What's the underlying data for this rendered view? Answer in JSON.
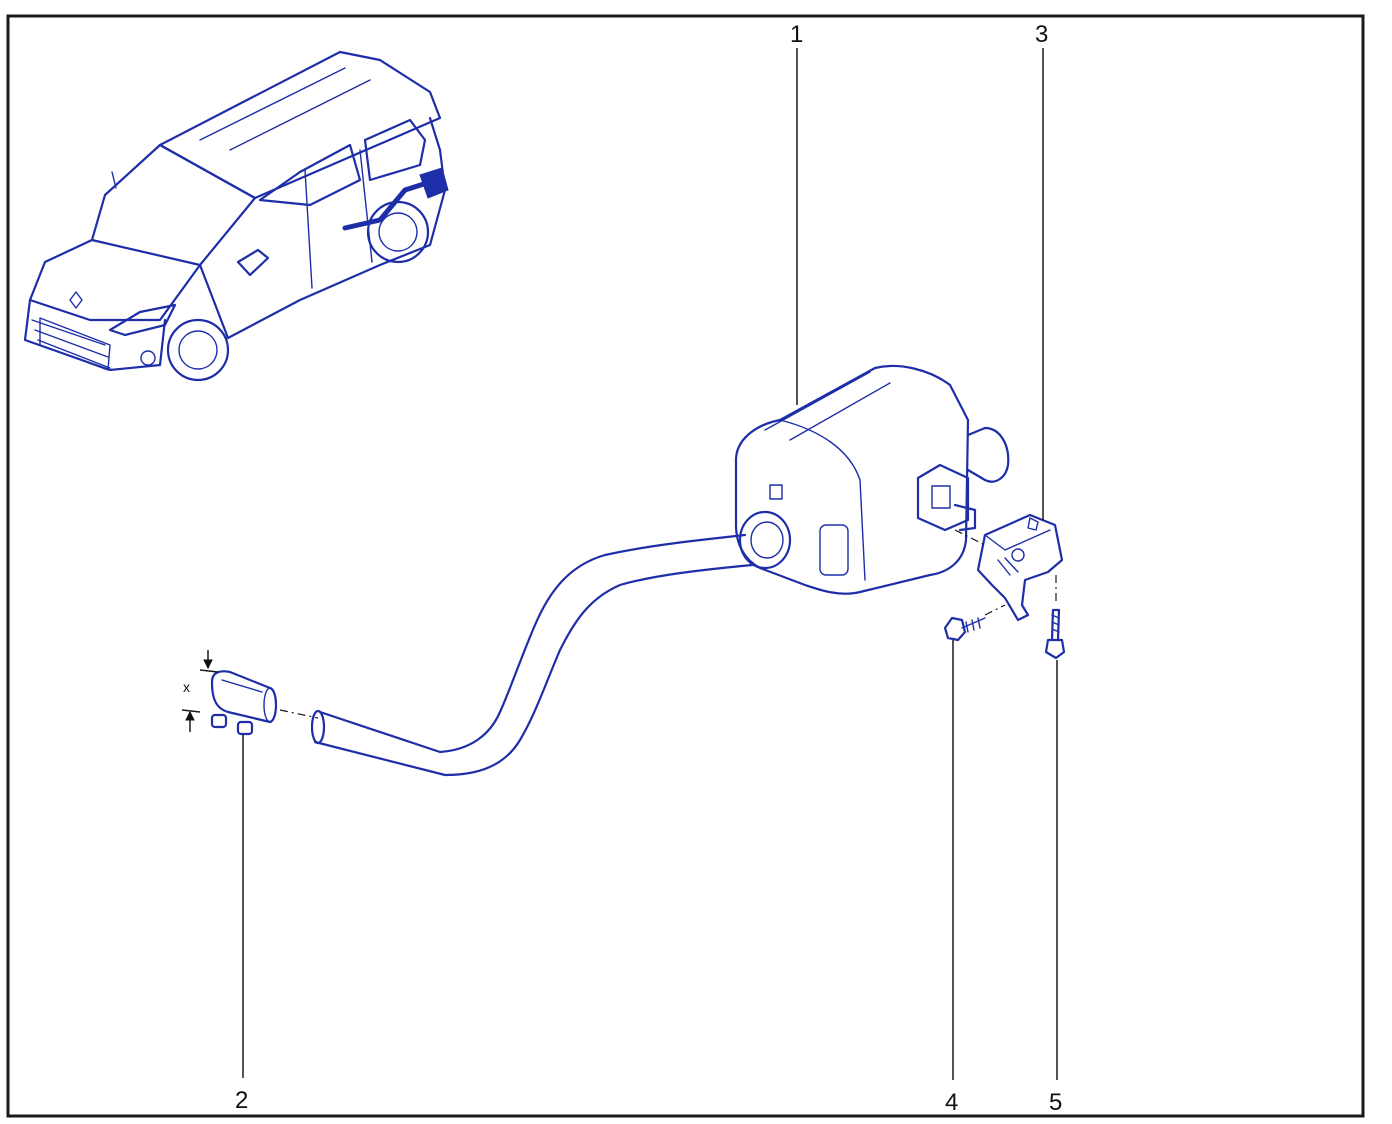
{
  "callouts": {
    "c1": "1",
    "c2": "2",
    "c3": "3",
    "c4": "4",
    "c5": "5"
  },
  "dimension_label": "x",
  "icons": {
    "vehicle": "vehicle-location-icon",
    "muffler": "rear-silencer-icon",
    "clamp": "clamp-icon",
    "bracket": "mounting-bracket-icon",
    "screw": "screw-icon",
    "bolt": "bolt-icon"
  },
  "colors": {
    "line_art": "#1d2ea8",
    "callout_text": "#111111",
    "border": "#1a1a1a"
  }
}
